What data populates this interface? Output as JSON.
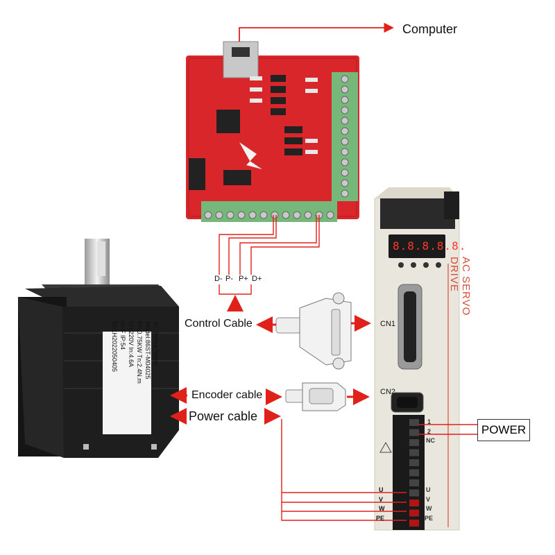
{
  "labels": {
    "computer": "Computer",
    "control_cable": "Control Cable",
    "encoder_cable": "Encoder cable",
    "power_cable": "Power cable",
    "power": "POWER"
  },
  "control_pins": [
    "D-",
    "P-",
    "P+",
    "D+"
  ],
  "motor_phase_labels": [
    "U",
    "V",
    "W",
    "PE"
  ],
  "drive": {
    "title": "AC SERVO DRIVE",
    "connector1": "CN1",
    "connector2": "CN2",
    "display": "8.8.8.8.8.",
    "terminal_labels": [
      "1",
      "2",
      "NC",
      "U",
      "V",
      "W",
      "PE"
    ]
  },
  "motor_nameplate": [
    "AC Servo Motor",
    "Model:86ST-M04025",
    "Pn:0.75KW   Tn:2.4N.m",
    "Un:220V   In:4.6A",
    "ns:F   IP:54",
    "ID:1H2022050405"
  ],
  "colors": {
    "arrow": "#e0201b",
    "board": "#d8262a",
    "terminal_green": "#76b77a",
    "drive_body": "#e9e7dd",
    "motor_body": "#1e1e1e"
  }
}
